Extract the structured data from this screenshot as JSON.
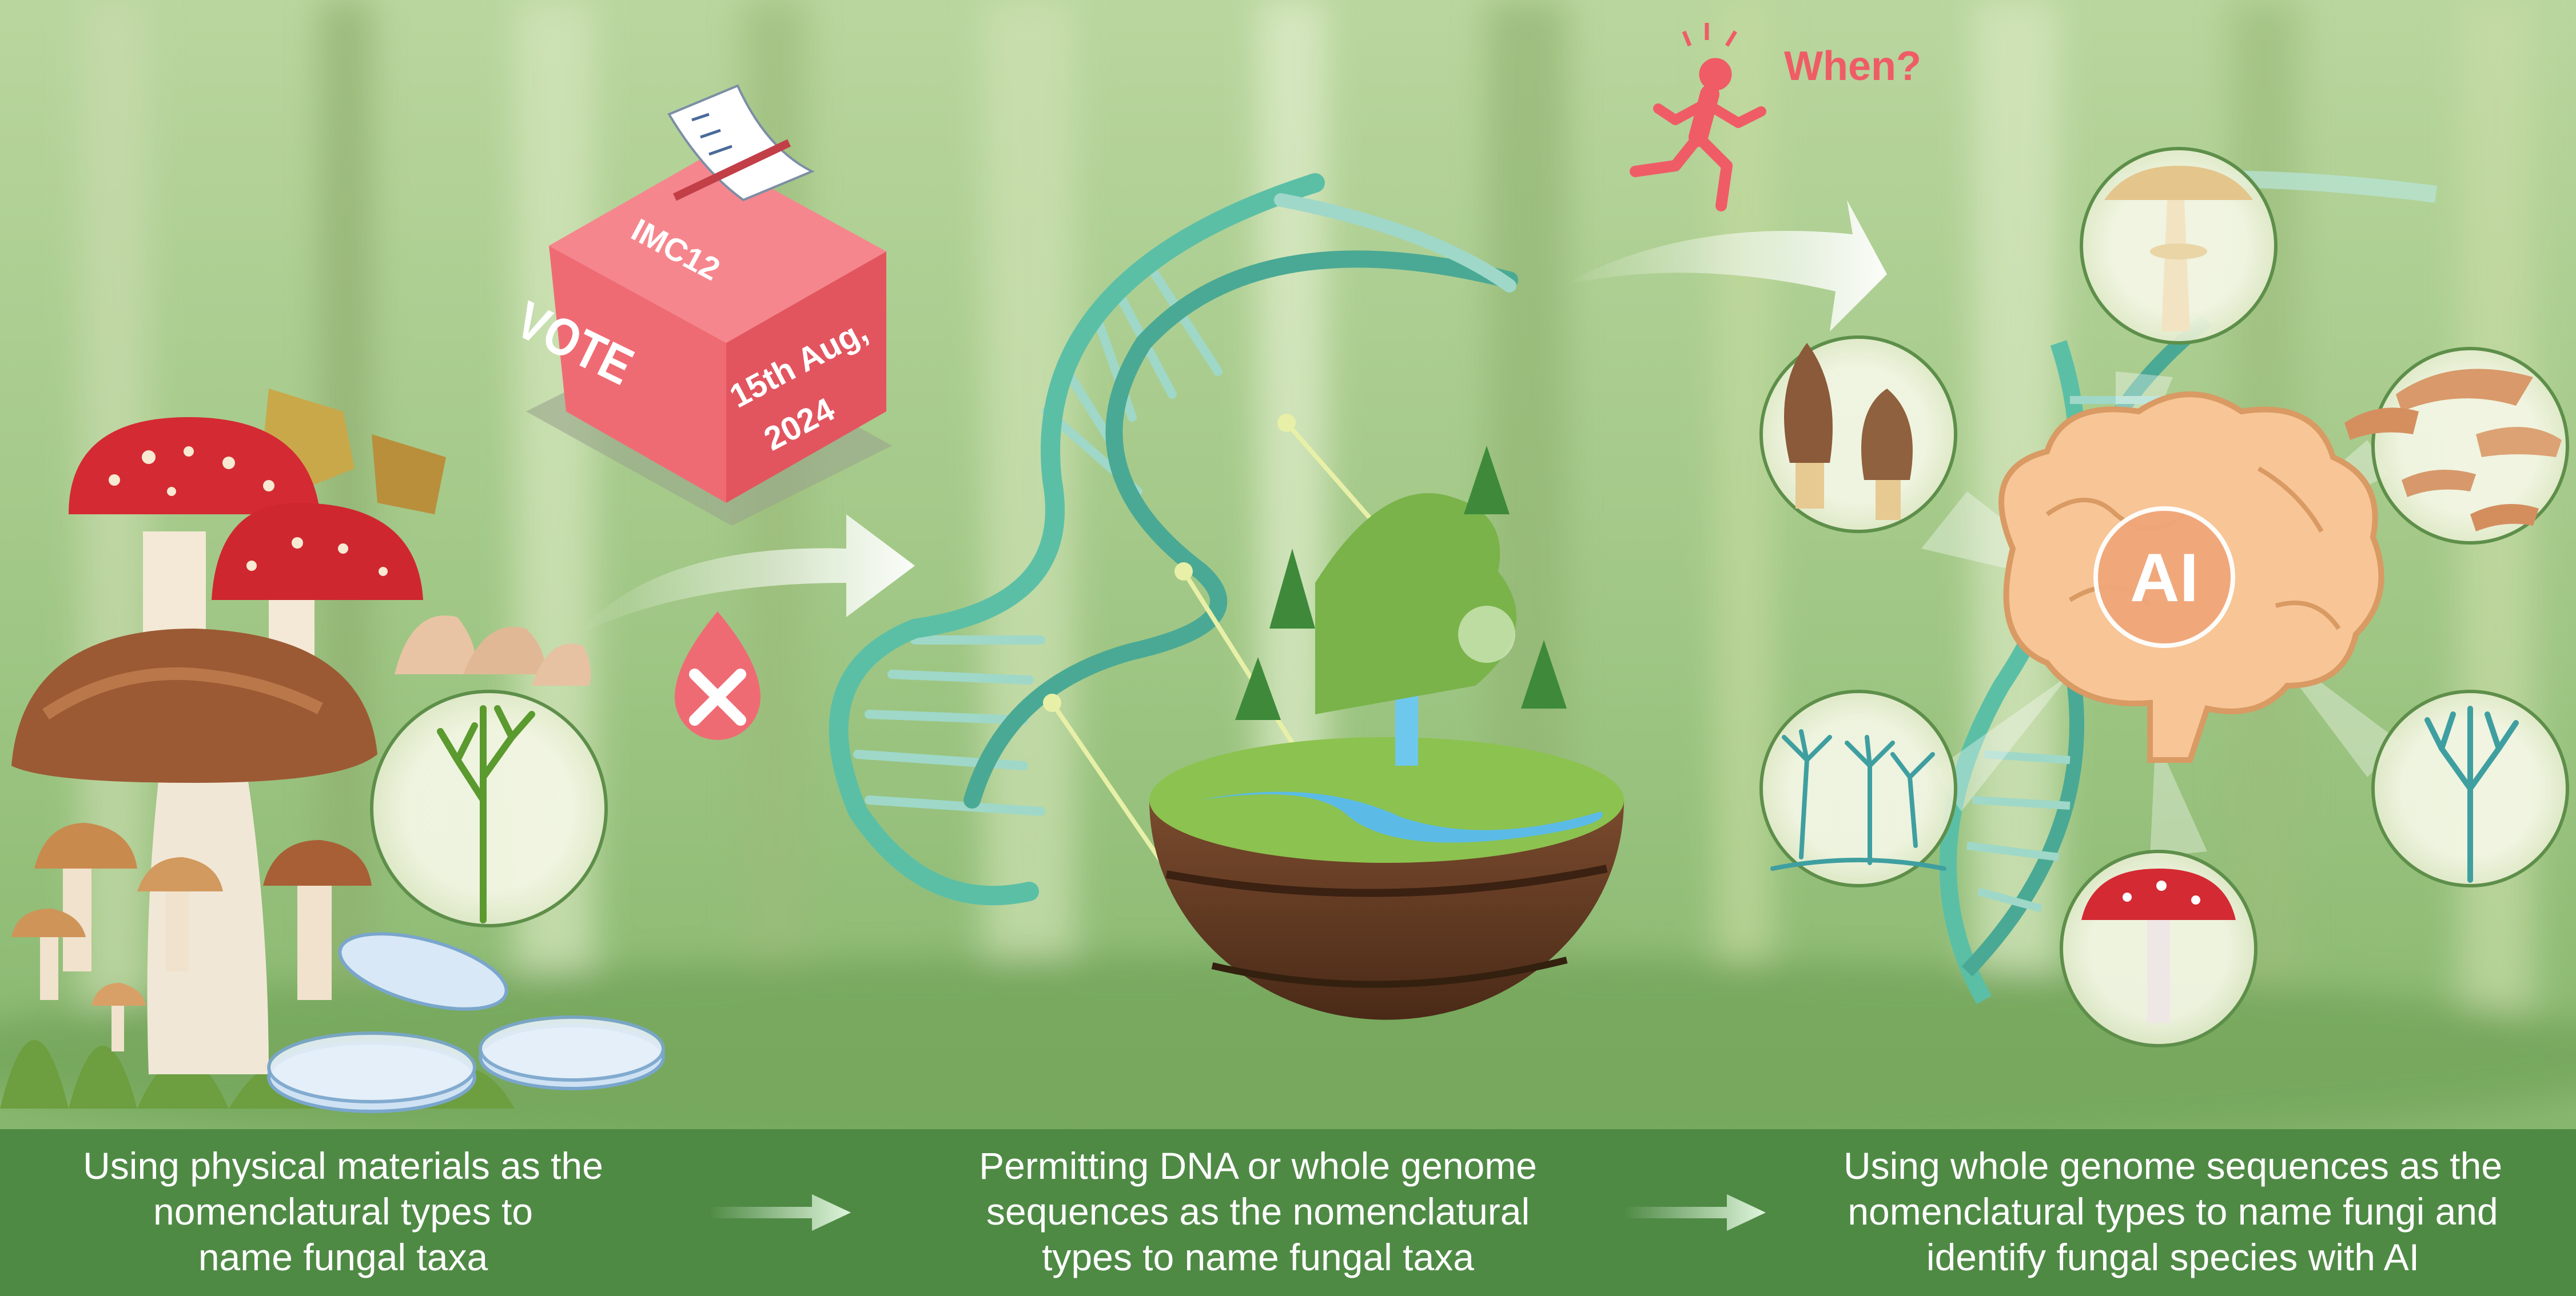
{
  "ballot_box": {
    "label_top": "IMC12",
    "label_vote": "VOTE",
    "date_line1": "15th Aug,",
    "date_line2": "2024"
  },
  "runner": {
    "question": "When?"
  },
  "ai_brain": {
    "label": "AI"
  },
  "captions": [
    {
      "lines": [
        "Using physical materials as the",
        "nomenclatural types to",
        "name fungal taxa"
      ]
    },
    {
      "lines": [
        "Permitting DNA or whole genome",
        "sequences as the nomenclatural",
        "types to name fungal taxa"
      ]
    },
    {
      "lines": [
        "Using whole genome sequences as the",
        "nomenclatural types to name fungi and",
        "identify fungal species with AI"
      ]
    }
  ],
  "colors": {
    "band": "#4f8a45",
    "dna": "#5bbfa6",
    "ballot_box": "#ef6b74",
    "reject_drop": "#ef6b74",
    "brain": "#f7c596",
    "question": "#ef5c66"
  },
  "icons": [
    "ballot-box-icon",
    "reject-drop-icon",
    "runner-icon",
    "alarm-icon",
    "dna-helix-icon",
    "earth-island-icon",
    "brain-icon",
    "mushroom-icon",
    "morel-icon",
    "mold-icon",
    "petri-dish-icon",
    "arrow-icon"
  ]
}
